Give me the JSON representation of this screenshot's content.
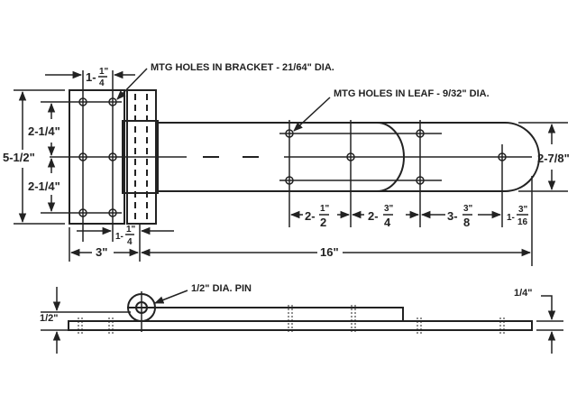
{
  "callouts": {
    "bracket_holes": "MTG HOLES IN BRACKET - 21/64\" DIA.",
    "leaf_holes": "MTG HOLES IN LEAF - 9/32\" DIA.",
    "pin": "1/2\" DIA. PIN"
  },
  "dimensions": {
    "overall_height": "5-1/2\"",
    "hole_spacing_upper": "2-1/4\"",
    "hole_spacing_lower": "2-1/4\"",
    "bracket_hole_spacing": {
      "whole": "1-",
      "num": "1\"",
      "den": "4"
    },
    "barrel_offset": {
      "whole": "1-",
      "num": "1\"",
      "den": "4"
    },
    "bracket_width": "3\"",
    "leaf_length": "16\"",
    "leaf_width": "2-7/8\"",
    "leaf_hole_1": {
      "whole": "2-",
      "num": "1\"",
      "den": "2"
    },
    "leaf_hole_2": {
      "whole": "2-",
      "num": "3\"",
      "den": "4"
    },
    "leaf_hole_3": {
      "whole": "3-",
      "num": "3\"",
      "den": "8"
    },
    "leaf_end": {
      "whole": "1-",
      "num": "3\"",
      "den": "16"
    },
    "side_thickness": "1/2\"",
    "leaf_thickness": "1/4\""
  }
}
